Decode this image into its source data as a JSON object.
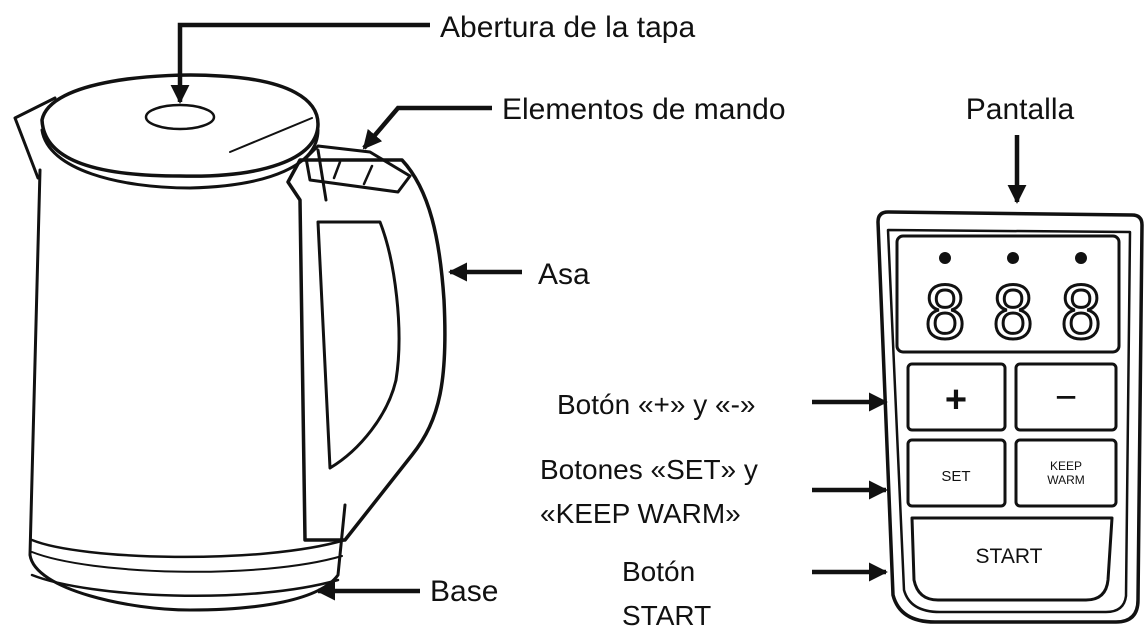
{
  "labels": {
    "lid_opening": "Abertura de la tapa",
    "controls": "Elementos de mando",
    "handle": "Asa",
    "base": "Base",
    "display": "Pantalla",
    "plus_minus": "Botón «+» y «-»",
    "set_keep_line1": "Botones «SET» y",
    "set_keep_line2": "«KEEP WARM»",
    "start_line1": "Botón",
    "start_line2": "START"
  },
  "panel": {
    "display_digits": [
      "8",
      "8",
      "8"
    ],
    "plus": "+",
    "minus": "−",
    "set": "SET",
    "keep_line1": "KEEP",
    "keep_line2": "WARM",
    "start": "START"
  },
  "colors": {
    "line": "#111111",
    "background": "#ffffff"
  }
}
